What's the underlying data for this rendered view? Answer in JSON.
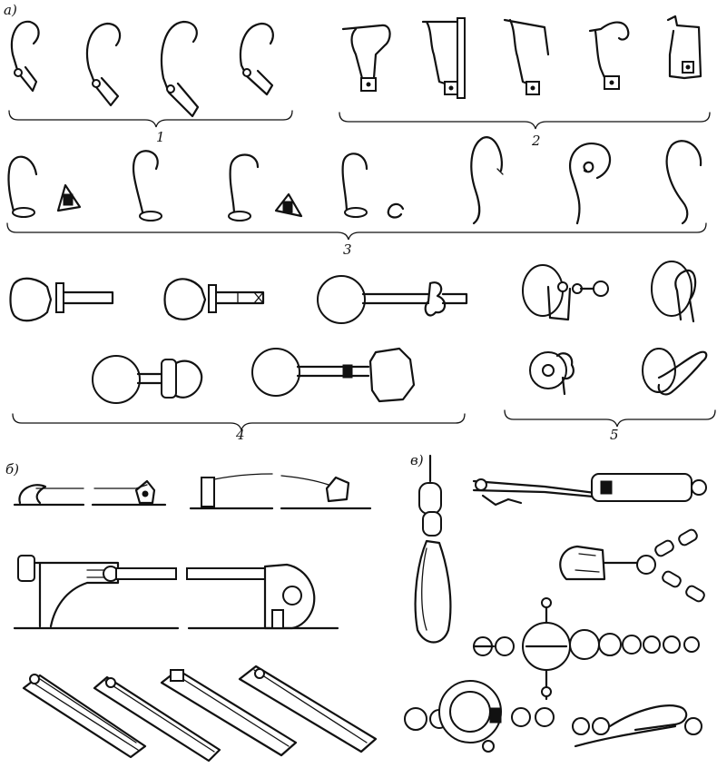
{
  "section_labels": {
    "a": "а)",
    "b": "б)",
    "v": "в)"
  },
  "group_numbers": {
    "g1": "1",
    "g2": "2",
    "g3": "3",
    "g4": "4",
    "g5": "5"
  }
}
